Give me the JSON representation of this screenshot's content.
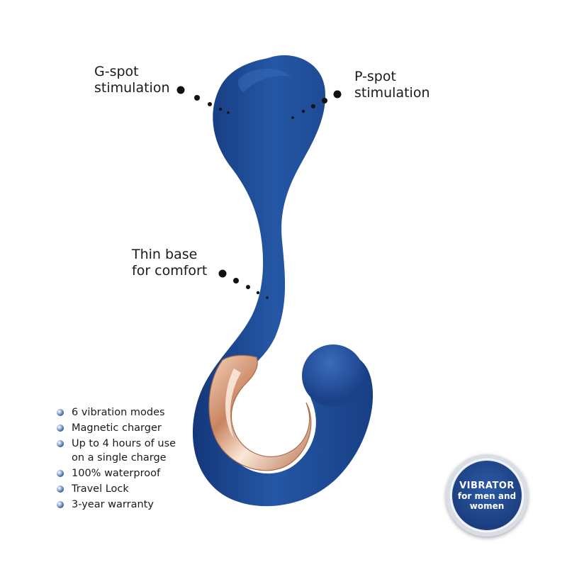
{
  "callouts": {
    "gspot": {
      "line1": "G-spot",
      "line2": "stimulation"
    },
    "pspot": {
      "line1": "P-spot",
      "line2": "stimulation"
    },
    "base": {
      "line1": "Thin base",
      "line2": "for comfort"
    }
  },
  "features": [
    {
      "line1": "6 vibration modes"
    },
    {
      "line1": "Magnetic charger"
    },
    {
      "line1": "Up to 4 hours of use",
      "line2": "on a single charge"
    },
    {
      "line1": "100% waterproof"
    },
    {
      "line1": "Travel Lock"
    },
    {
      "line1": "3-year warranty"
    }
  ],
  "badge": {
    "line1": "VIBRATOR",
    "line2": "for men and",
    "line3": "women"
  },
  "colors": {
    "product_blue": "#1f4e96",
    "rose_gold": "#e2b08f",
    "badge_blue": "#1c3f80",
    "text": "#1a1a1a"
  }
}
